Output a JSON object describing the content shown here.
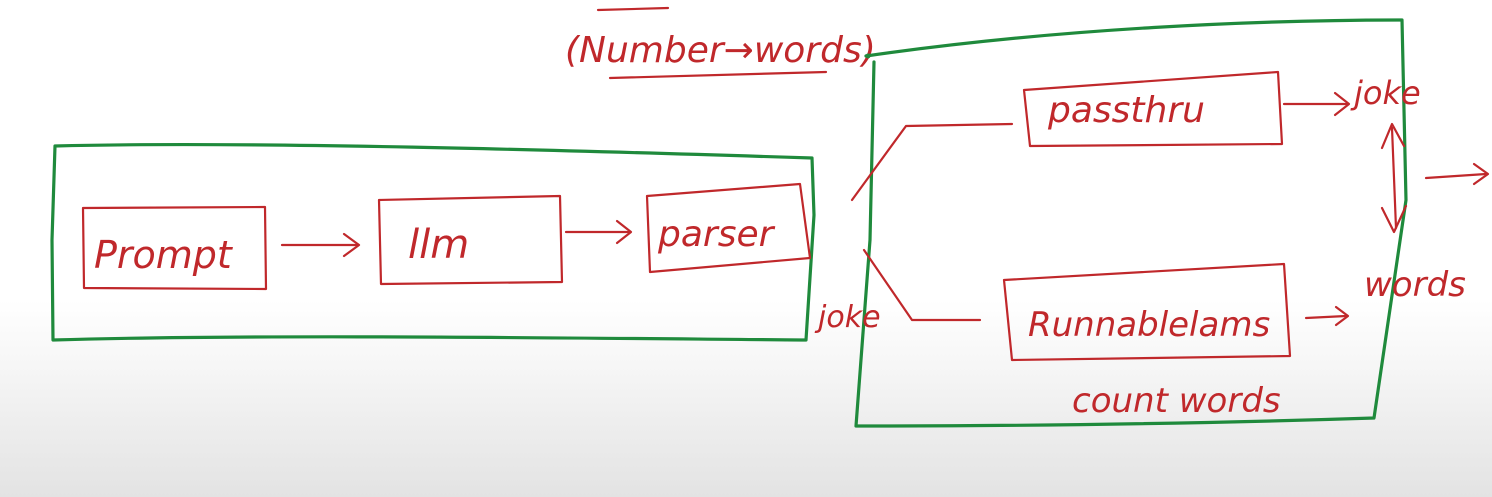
{
  "colors": {
    "container": "#1f8a3c",
    "ink": "#c0282b"
  },
  "diagram": {
    "annotation": "(Number→words)",
    "chain": {
      "nodes": [
        "Prompt",
        "llm",
        "parser"
      ]
    },
    "branch_input_label": "joke",
    "branches": {
      "top": {
        "node": "passthru",
        "output": "joke"
      },
      "bottom": {
        "node": "Runnablelams",
        "output": "words",
        "note": "count words"
      }
    }
  }
}
